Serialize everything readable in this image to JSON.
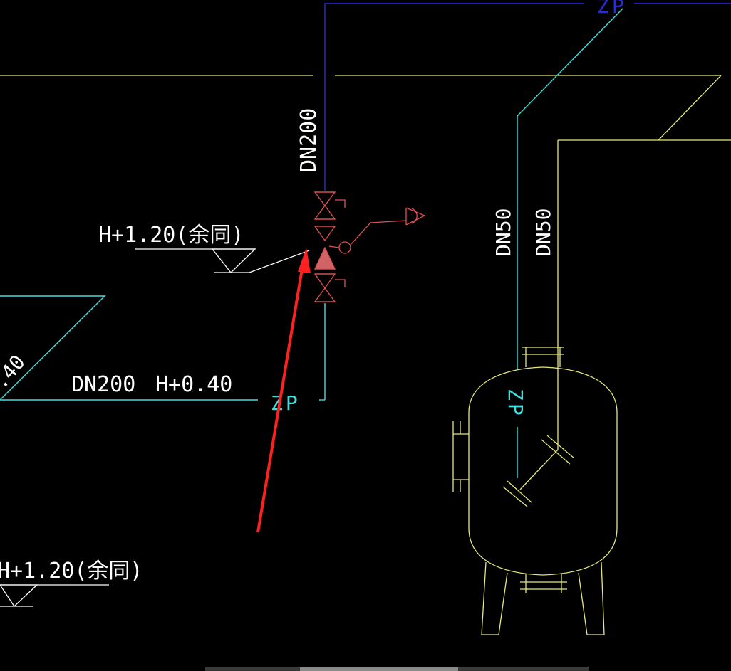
{
  "colors": {
    "background": "#000000",
    "blue_pipe": "#2a2ae0",
    "cyan_pipe": "#3fe0e0",
    "yellow_line": "#e8e87a",
    "white_leader": "#ffffff",
    "valve_red": "#e05050",
    "valve_fill": "#d06464",
    "arrow_red": "#ff2020",
    "scrollbar": "#8a8a8a"
  },
  "labels": {
    "dn200_vertical": "DN200",
    "zp_top": "ZP",
    "dn50_left": "DN50",
    "dn50_right": "DN50",
    "elev_upper": "H+1.20(余同)",
    "elev_lower": "H+1.20(余同)",
    "pipe_main_size": "DN200",
    "pipe_main_elev": "H+0.40",
    "zp_lower": "ZP",
    "zp_tank": "ZP",
    "edge_fragment": ".40"
  },
  "icons": {
    "valves": "gate-valve-icon",
    "motorized_valve": "motorized-valve-icon",
    "elevation_marks": "elevation-triangle-icon",
    "tank": "pressure-tank-icon",
    "filter": "y-strainer-icon",
    "annotation": "red-arrow-icon"
  }
}
